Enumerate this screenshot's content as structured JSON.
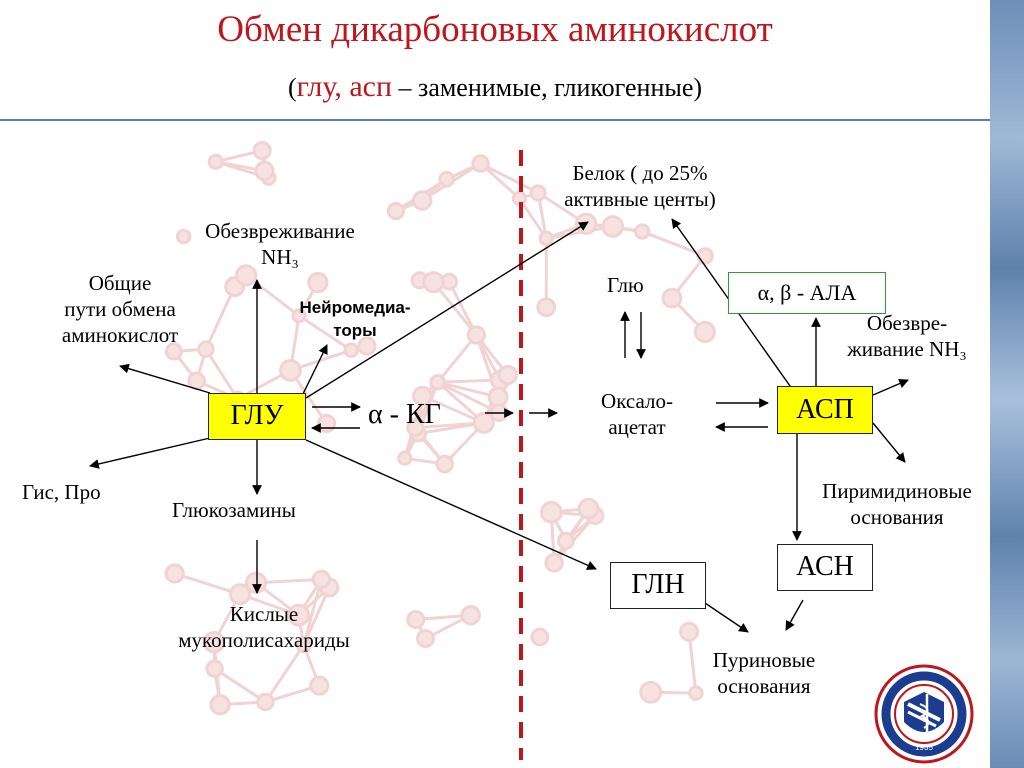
{
  "title": "Обмен дикарбоновых аминокислот",
  "subtitle": {
    "open": "(",
    "red": "глу, асп",
    "rest": " – заменимые, гликогенные)"
  },
  "nodes": {
    "glu": "ГЛУ",
    "asp": "АСП",
    "gln": "ГЛН",
    "asn": "АСН",
    "akg": "α - КГ",
    "ala": "α, β - АЛА",
    "oxaloacetate": [
      "Оксало-",
      "ацетат"
    ],
    "glu_small": "Глю",
    "protein": [
      "Белок ( до 25%",
      "активные центы)"
    ],
    "detox_left": [
      "Обезвреживание",
      "NH₃"
    ],
    "general": [
      "Общие",
      "пути обмена",
      "аминокислот"
    ],
    "neuro": [
      "Нейромедиа-",
      "торы"
    ],
    "his_pro": "Гис, Про",
    "glucosamines": "Глюкозамины",
    "acid_mps": [
      "Кислые",
      "мукополисахариды"
    ],
    "detox_right": [
      "Обезвре-",
      "живание NH₃"
    ],
    "pyrimidines": [
      "Пиримидиновые",
      "основания"
    ],
    "purines": [
      "Пуриновые",
      "основания"
    ]
  },
  "logo_year": "1935",
  "colors": {
    "title": "#c0151b",
    "divider": "#c0151b",
    "highlight_box": "#ffff00",
    "ala_border": "#2e9a3a",
    "rule": "#5b7db0"
  }
}
